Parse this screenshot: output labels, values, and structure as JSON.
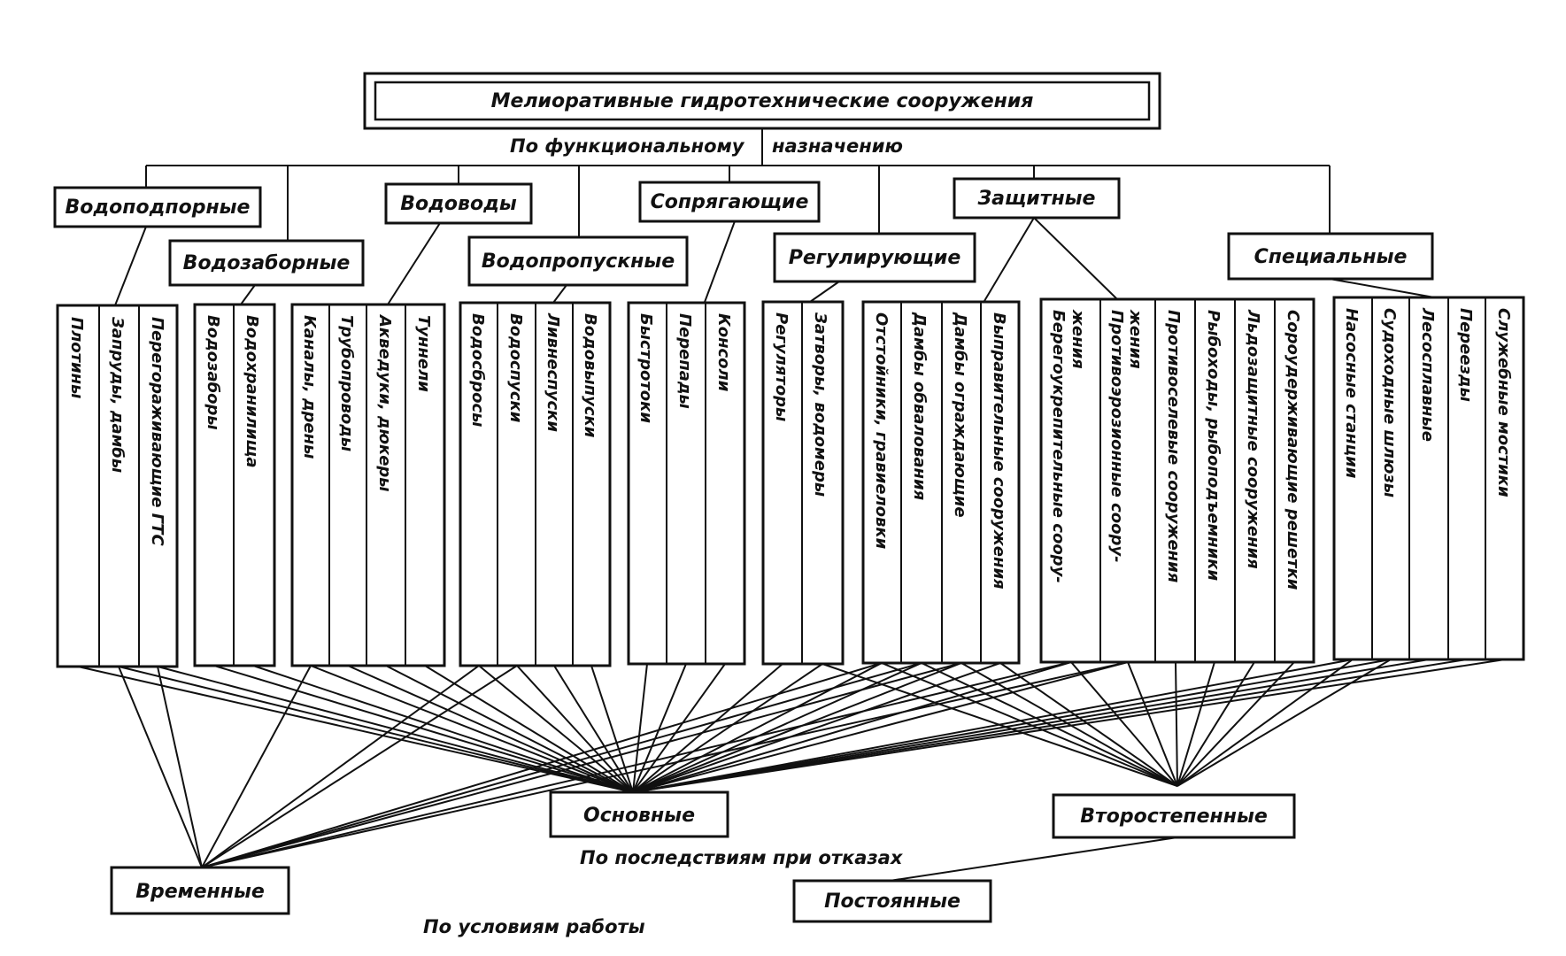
{
  "title": "Мелиоративные гидротехнические сооружения",
  "captions": {
    "functional_part1": "По функциональному",
    "functional_part2": "назначению",
    "consequences": "По последствиям при отказах",
    "work_conditions": "По условиям работы"
  },
  "categories": {
    "vodopodpornye": "Водоподпорные",
    "vodozabornye": "Водозаборные",
    "vodovody": "Водоводы",
    "vodopropusknye": "Водопропускные",
    "sopryagayushchie": "Сопрягающие",
    "reguliruyushchie": "Регулирующие",
    "zashchitnye": "Защитные",
    "specialnye": "Специальные"
  },
  "groups": {
    "g1": [
      "Плотины",
      "Запруды, дамбы",
      "Перегораживающие ГТС"
    ],
    "g2": [
      "Водозаборы",
      "Водохранилища"
    ],
    "g3": [
      "Каналы, дрены",
      "Трубопроводы",
      "Акведуки, дюкеры",
      "Туннели"
    ],
    "g4": [
      "Водосбросы",
      "Водоспуски",
      "Ливнеспуски",
      "Водовыпуски"
    ],
    "g5": [
      "Быстротоки",
      "Перепады",
      "Консоли"
    ],
    "g6": [
      "Регуляторы",
      "Затворы, водомеры"
    ],
    "g7": [
      "Отстойники, гравиеловки",
      "Дамбы обвалования",
      "Дамбы ограждающие",
      "Выправительные сооружения"
    ],
    "g8": [
      "Берегоукрепительные соору-",
      "жения",
      "Противоэрозионные соору-",
      "жения",
      "Противоселевые сооружения",
      "Рыбоходы, рыбоподъемники",
      "Льдозащитные сооружения",
      "Сороудерживающие решетки"
    ],
    "g9": [
      "Насосные станции",
      "Судоходные шлюзы",
      "Лесосплавные",
      "Переезды",
      "Служебные мостики"
    ]
  },
  "bottom": {
    "osnovnye": "Основные",
    "vtorostepennye": "Второстепенные",
    "vremennye": "Временные",
    "postoyannye": "Постоянные"
  }
}
